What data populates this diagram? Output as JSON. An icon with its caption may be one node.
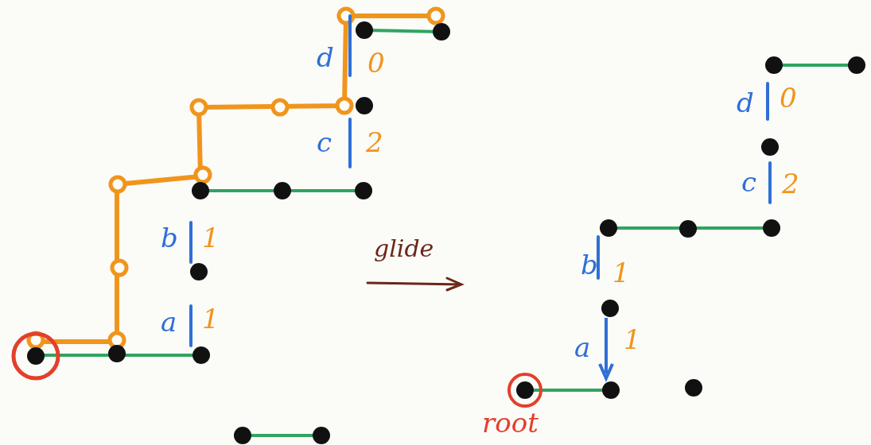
{
  "diagram": {
    "labels": [
      "d",
      "0",
      "c",
      "2",
      "b",
      "1",
      "a",
      "1",
      "glide",
      "d",
      "0",
      "c",
      "2",
      "b",
      "1",
      "a",
      "1",
      "root"
    ]
  }
}
